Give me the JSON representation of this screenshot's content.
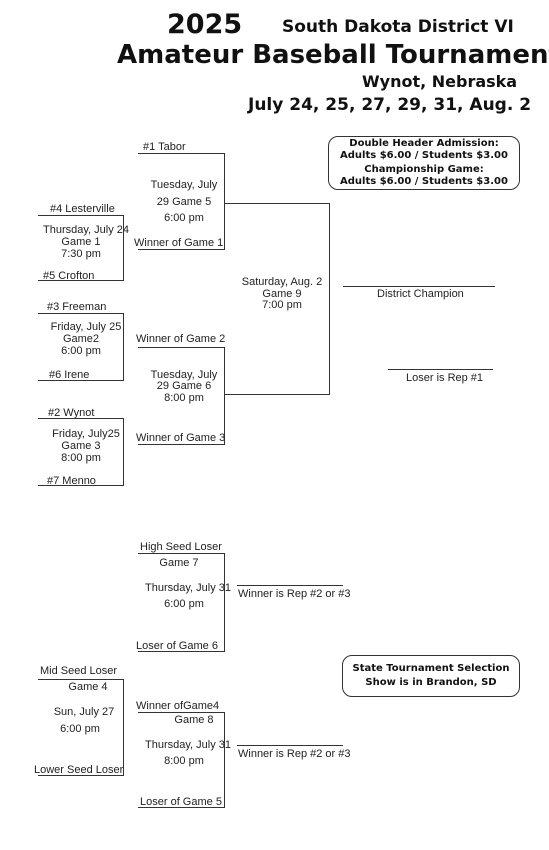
{
  "header": {
    "year": "2025",
    "district": "South Dakota District VI",
    "title": "Amateur Baseball Tournament",
    "location": "Wynot, Nebraska",
    "dates": "July 24, 25, 27, 29, 31, Aug. 2"
  },
  "admission": {
    "line1": "Double Header Admission:",
    "line2": "Adults $6.00 / Students $3.00",
    "line3": "Championship Game:",
    "line4": "Adults $6.00 / Students $3.00"
  },
  "selection": {
    "line1": "State Tournament Selection",
    "line2": "Show is in Brandon, SD"
  },
  "upper": {
    "team1": "#1 Tabor",
    "team4": "#4 Lesterville",
    "team5": "#5 Crofton",
    "team3": "#3 Freeman",
    "team6": "#6 Irene",
    "team2": "#2 Wynot",
    "team7": "#7 Menno",
    "game1": [
      "Thursday, July 24",
      "Game 1",
      "7:30 pm"
    ],
    "game2": [
      "Friday, July 25",
      "Game2",
      "6:00 pm"
    ],
    "game3": [
      "Friday, July25",
      "Game 3",
      "8:00 pm"
    ],
    "game5": [
      "Tuesday, July",
      "29 Game 5",
      "6:00 pm"
    ],
    "game6": [
      "Tuesday, July",
      "29 Game 6",
      "8:00 pm"
    ],
    "game9": [
      "Saturday, Aug. 2",
      "Game 9",
      "7:00 pm"
    ],
    "winner_g1": "Winner of Game 1",
    "winner_g2": "Winner of Game 2",
    "winner_g3": "Winner of Game 3",
    "champion": "District Champion",
    "loser_rep": "Loser is Rep #1"
  },
  "lower": {
    "high_seed_loser": "High Seed Loser",
    "game7_label": "Game 7",
    "game7_date": [
      "Thursday, July 31",
      "6:00 pm"
    ],
    "loser_g6": "Loser of Game 6",
    "winner_rep_g7": "Winner is Rep #2 or #3",
    "mid_seed_loser": "Mid Seed Loser",
    "game4_label": "Game 4",
    "game4_date": [
      "Sun, July 27",
      "6:00 pm"
    ],
    "lower_seed_loser": "Lower Seed Loser",
    "winner_g4": "Winner ofGame4",
    "game8_label": "Game 8",
    "game8_date": [
      "Thursday, July 31",
      "8:00 pm"
    ],
    "loser_g5": "Loser of Game 5",
    "winner_rep_g8": "Winner is Rep #2 or #3"
  }
}
